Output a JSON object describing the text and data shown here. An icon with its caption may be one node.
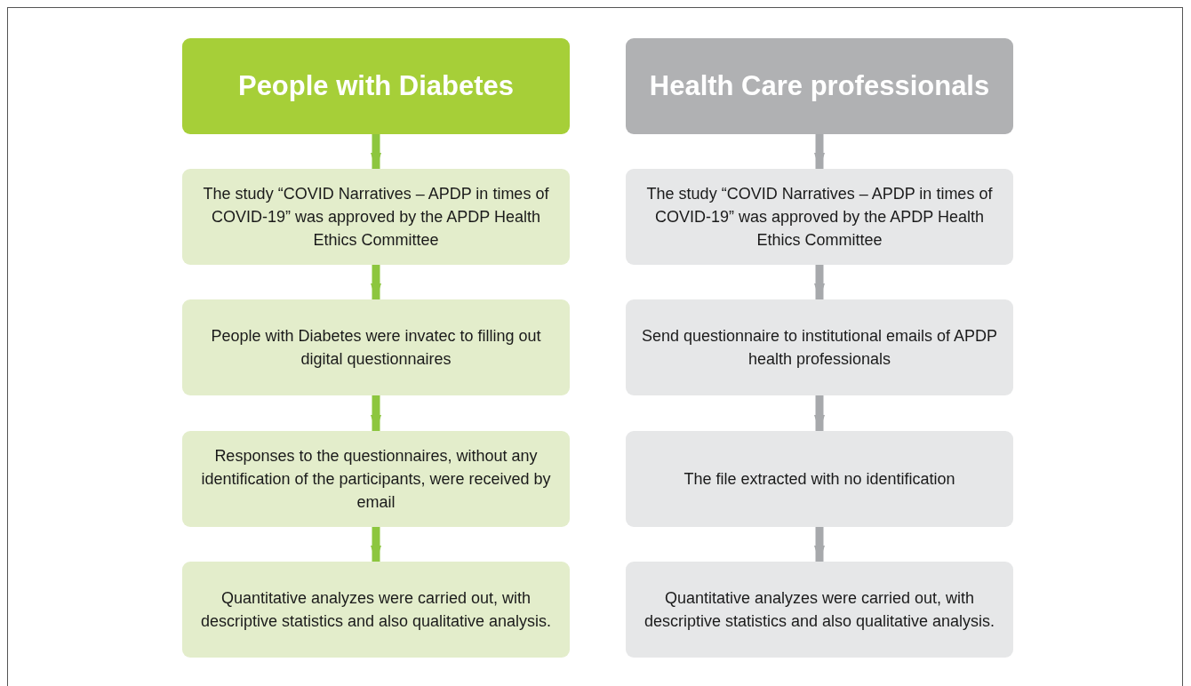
{
  "diagram": {
    "nodes": [
      {
        "text": [
          "People with Diabetes"
        ]
      },
      {
        "text": [
          "The study “COVID Narratives – APDP in times of COVID-19” was approved by the APDP Health Ethics Committee"
        ]
      },
      {
        "text": [
          "People with Diabetes were invatec to filling out digital questionnaires"
        ]
      },
      {
        "text": [
          "Responses to the questionnaires, without any identification of the participants, were received by email"
        ]
      },
      {
        "text": [
          "Quantitative analyzes were carried out, with descriptive statistics and also qualitative analysis."
        ]
      },
      {
        "text": [
          "Health Care professionals"
        ]
      },
      {
        "text": [
          "The study “COVID Narratives – APDP in times of COVID-19” was approved by the APDP Health Ethics Committee"
        ]
      },
      {
        "text": [
          "Send questionnaire to institutional emails of APDP health professionals"
        ]
      },
      {
        "text": [
          "The file extracted with no identification"
        ]
      },
      {
        "text": [
          "Quantitative analyzes were carried out, with descriptive statistics and also qualitative analysis."
        ]
      }
    ],
    "edges": [
      {
        "from": 0,
        "to": 1,
        "arrow": "to",
        "color": "#8dc63f"
      },
      {
        "from": 1,
        "to": 2,
        "arrow": "to",
        "color": "#8dc63f"
      },
      {
        "from": 2,
        "to": 3,
        "arrow": "to",
        "color": "#8dc63f"
      },
      {
        "from": 3,
        "to": 4,
        "arrow": "to",
        "color": "#8dc63f"
      },
      {
        "from": 5,
        "to": 6,
        "arrow": "to",
        "color": "#a7a9ac"
      },
      {
        "from": 6,
        "to": 7,
        "arrow": "to",
        "color": "#a7a9ac"
      },
      {
        "from": 7,
        "to": 8,
        "arrow": "to",
        "color": "#a7a9ac"
      },
      {
        "from": 8,
        "to": 9,
        "arrow": "to",
        "color": "#a7a9ac"
      }
    ]
  }
}
